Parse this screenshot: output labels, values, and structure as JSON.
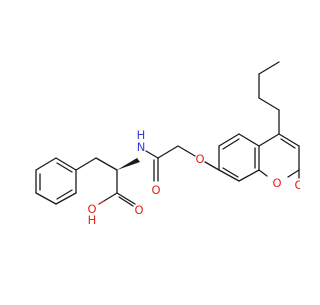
{
  "molecule": {
    "atom_labels": {
      "amide_n": "N",
      "amide_h": "H",
      "amide_o": "O",
      "acid_oh_o": "O",
      "acid_oh_h": "H",
      "acid_o": "O",
      "ether_o": "O",
      "ring_o": "O",
      "lactone_o": "O"
    },
    "colors": {
      "bond": "#1a1a1a",
      "oxygen": "#e8221b",
      "nitrogen": "#3a3ad9"
    }
  }
}
